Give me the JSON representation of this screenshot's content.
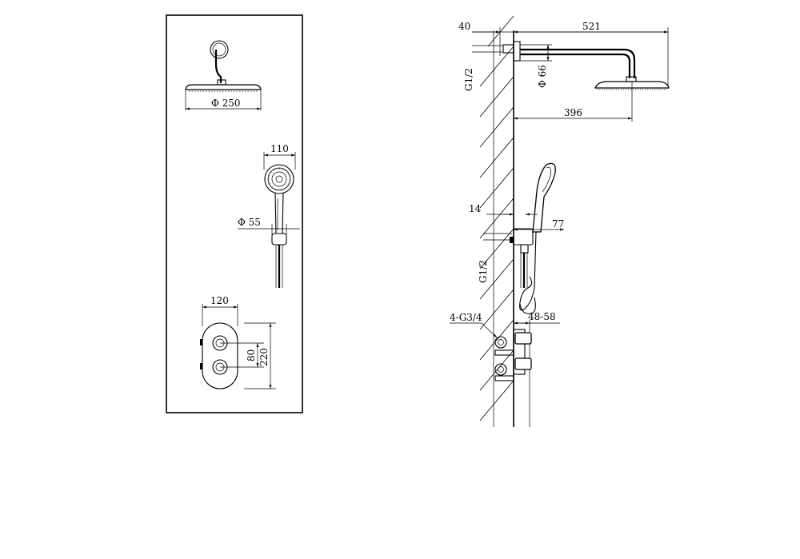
{
  "front_view": {
    "head_diameter": "Φ 250",
    "handshower_width": "110",
    "handle_diameter": "Φ 55",
    "panel_width": "120",
    "knob_spacing": "80",
    "panel_height": "220"
  },
  "side_view": {
    "wall_offset": "40",
    "arm_reach": "521",
    "inlet_top": "G1/2",
    "flange_diameter": "Φ 66",
    "head_center": "396",
    "bracket_depth": "14",
    "holder_projection": "77",
    "inlet_mid": "G1/2",
    "valve_ports": "4-G3/4",
    "install_depth": "48-58"
  }
}
